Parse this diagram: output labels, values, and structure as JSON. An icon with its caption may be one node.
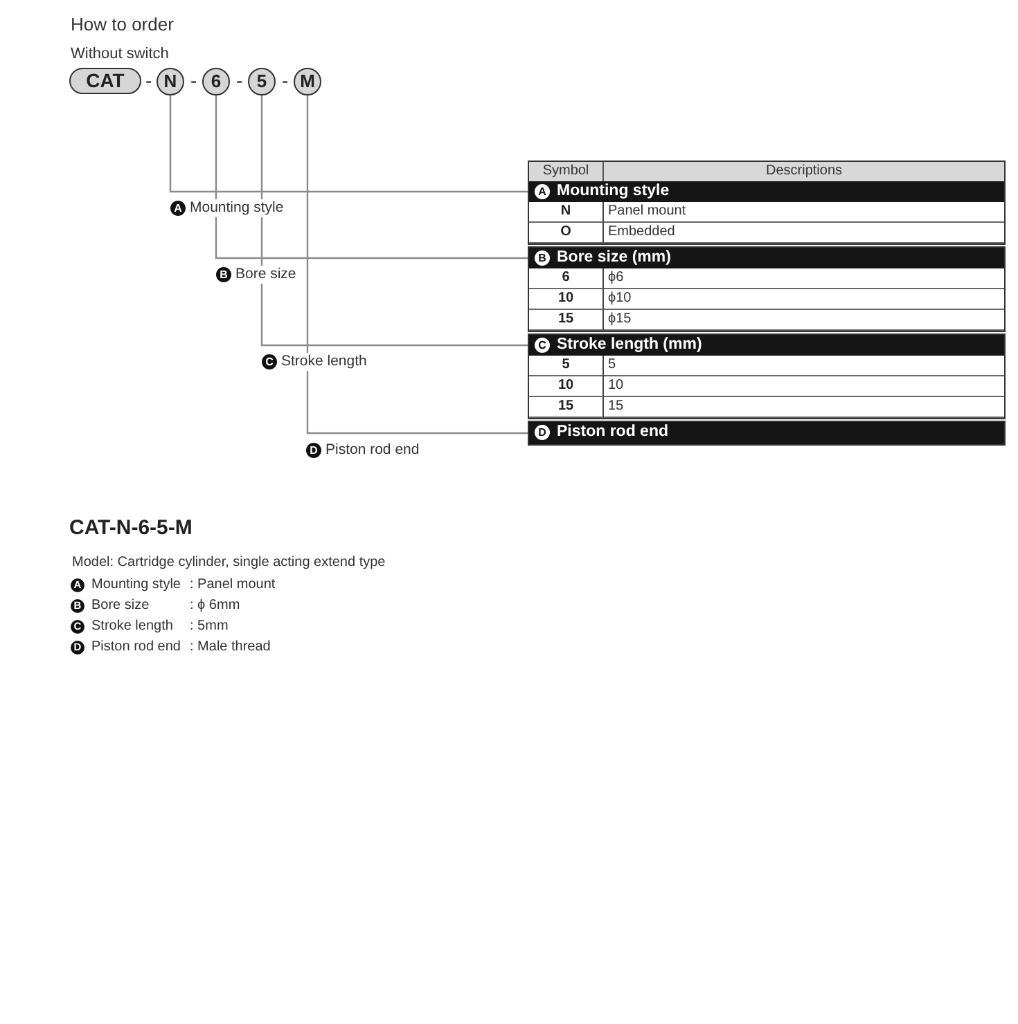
{
  "diagram": {
    "title": "How to order",
    "nodes": [
      {
        "text": [
          "CAT"
        ]
      },
      {
        "text": [
          "N"
        ]
      },
      {
        "text": [
          "6"
        ]
      },
      {
        "text": [
          "5"
        ]
      },
      {
        "text": [
          "M"
        ]
      },
      {
        "text": [
          "Mounting style"
        ]
      },
      {
        "text": [
          "A"
        ],
        "in": 5
      },
      {
        "text": [
          "Bore size (mm)"
        ]
      },
      {
        "text": [
          "B"
        ],
        "in": 7
      },
      {
        "text": [
          "Stroke length (mm)"
        ]
      },
      {
        "text": [
          "C"
        ],
        "in": 9
      },
      {
        "text": [
          "Piston rod end"
        ]
      },
      {
        "text": [
          "D"
        ],
        "in": 11
      },
      {
        "text": [
          "A"
        ],
        "beside": [
          "Mounting style"
        ]
      },
      {
        "text": [
          "B"
        ],
        "beside": [
          "Bore size"
        ]
      },
      {
        "text": [
          "C"
        ],
        "beside": [
          "Stroke length"
        ]
      },
      {
        "text": [
          "D"
        ],
        "beside": [
          "Piston rod end"
        ]
      },
      {
        "text": [
          "A"
        ],
        "beside": [
          "Mounting style",
          ": Panel mount"
        ]
      },
      {
        "text": [
          "B"
        ],
        "beside": [
          "Bore size",
          ": ϕ 6mm"
        ]
      },
      {
        "text": [
          "C"
        ],
        "beside": [
          "Stroke length",
          ": 5mm"
        ]
      },
      {
        "text": [
          "D"
        ],
        "beside": [
          "Piston rod end",
          ": Male thread"
        ]
      }
    ],
    "edges": [
      {
        "from": 1,
        "to": 5,
        "arrow": "none"
      },
      {
        "from": 2,
        "to": 7,
        "arrow": "none"
      },
      {
        "from": 3,
        "to": 9,
        "arrow": "none"
      },
      {
        "from": 4,
        "to": 11,
        "arrow": "none"
      }
    ],
    "labels": [
      "Without switch",
      "-",
      "-",
      "-",
      "-",
      "Symbol",
      "Descriptions",
      "N",
      "Panel mount",
      "O",
      "Embedded",
      "6",
      "ϕ6",
      "10",
      "ϕ10",
      "15",
      "ϕ15",
      "5",
      "5",
      "10",
      "10",
      "15",
      "15",
      "CAT-N-6-5-M",
      "Model: Cartridge cylinder, single acting extend type"
    ]
  }
}
